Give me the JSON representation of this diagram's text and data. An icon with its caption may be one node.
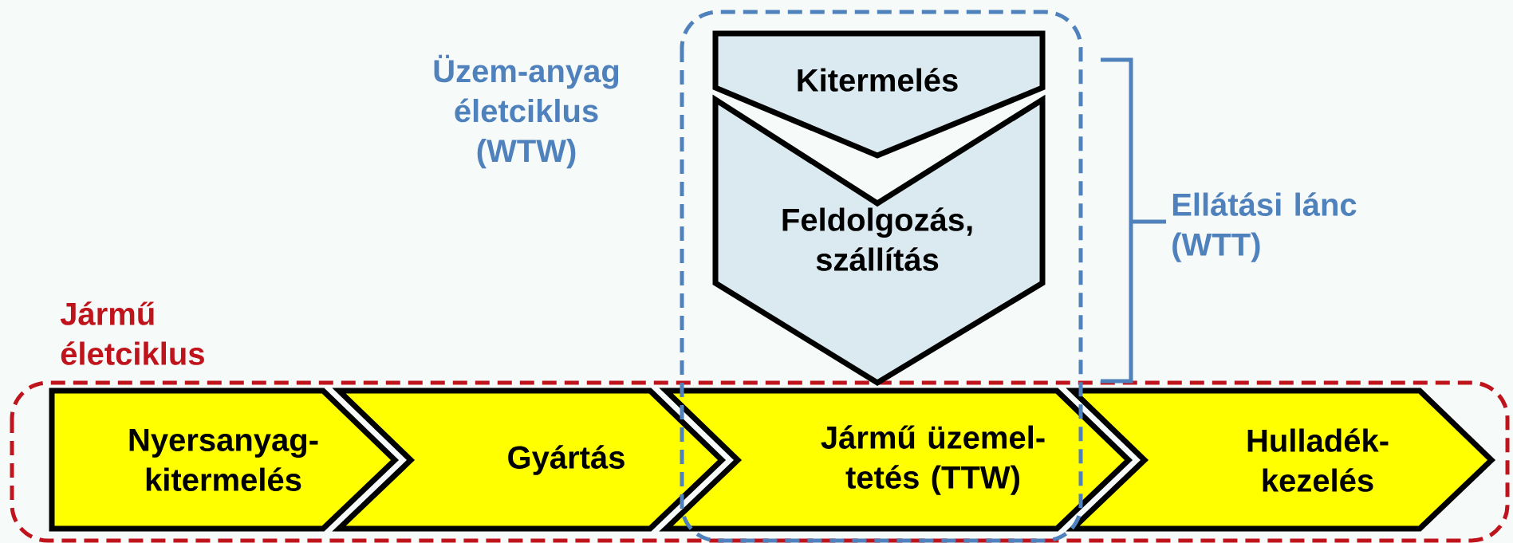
{
  "diagram": {
    "nodes": [
      {
        "text": [
          "Jármű életciklus"
        ]
      },
      {
        "text": [
          "Üzem-anyag életciklus (WTW)"
        ]
      },
      {
        "text": [
          "Kitermelés"
        ],
        "in": 1
      },
      {
        "text": [
          "Feldolgozás, szállítás"
        ],
        "in": 1
      },
      {
        "text": [
          "Nyersanyag-kitermelés"
        ],
        "in": 0
      },
      {
        "text": [
          "Gyártás"
        ],
        "in": 0
      },
      {
        "text": [
          "Jármű üzemel-tetés (TTW)"
        ],
        "in": 0
      },
      {
        "text": [
          "Hulladék-kezelés"
        ],
        "in": 0
      }
    ],
    "labels": [
      "Ellátási lánc (WTT)"
    ]
  }
}
